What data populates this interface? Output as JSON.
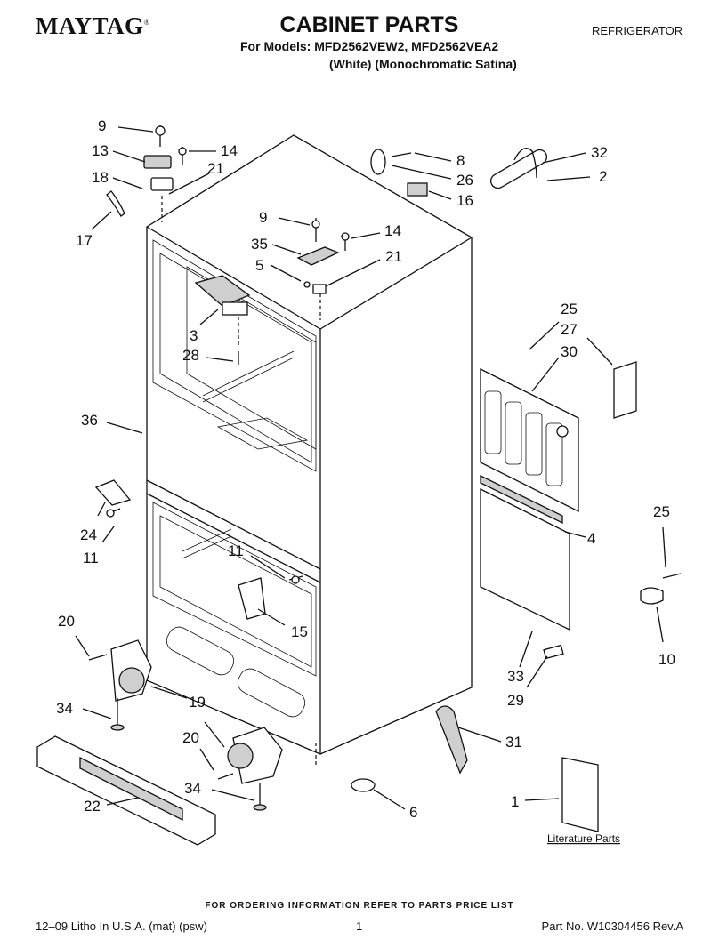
{
  "header": {
    "brand": "MAYTAG",
    "brand_mark": "®",
    "title": "CABINET PARTS",
    "models": "For Models: MFD2562VEW2, MFD2562VEA2",
    "colors": "(White) (Monochromatic Satina)",
    "category": "REFRIGERATOR"
  },
  "callouts": {
    "c9a": "9",
    "c13": "13",
    "c14a": "14",
    "c18": "18",
    "c21a": "21",
    "c17": "17",
    "c9b": "9",
    "c14b": "14",
    "c35": "35",
    "c5": "5",
    "c21b": "21",
    "c8": "8",
    "c26": "26",
    "c16": "16",
    "c32": "32",
    "c2": "2",
    "c3": "3",
    "c28": "28",
    "c36": "36",
    "c25a": "25",
    "c27": "27",
    "c30": "30",
    "c24": "24",
    "c11a": "11",
    "c11b": "11",
    "c15": "15",
    "c4": "4",
    "c25b": "25",
    "c10": "10",
    "c20a": "20",
    "c19": "19",
    "c34a": "34",
    "c33": "33",
    "c29": "29",
    "c20b": "20",
    "c31": "31",
    "c34b": "34",
    "c22": "22",
    "c6": "6",
    "c1": "1"
  },
  "literature_label": "Literature Parts",
  "footer": {
    "ordering_note": "FOR ORDERING INFORMATION REFER TO PARTS PRICE LIST",
    "litho": "12–09 Litho In U.S.A. (mat) (psw)",
    "page": "1",
    "part_no": "Part No. W10304456 Rev.A"
  }
}
